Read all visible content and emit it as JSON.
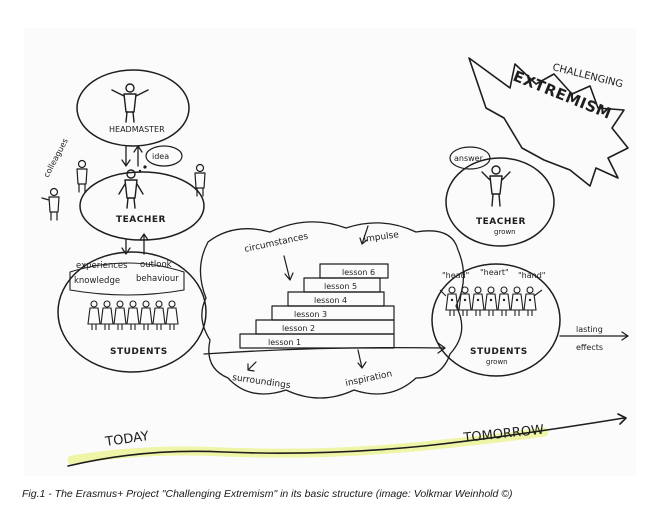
{
  "logo": {
    "line1": "CHALLENGING",
    "line2": "EXTREMISM"
  },
  "left": {
    "headmaster": "HEADMASTER",
    "idea": "idea",
    "colleagues": "colleagues",
    "teacher": "TEACHER",
    "experiences": "experiences",
    "knowledge": "knowledge",
    "outlook": "outlook",
    "behaviour": "behaviour",
    "students": "STUDENTS"
  },
  "middle": {
    "circumstances": "circumstances",
    "impulse": "impulse",
    "lessons": [
      "lesson 1",
      "lesson 2",
      "lesson 3",
      "lesson 4",
      "lesson 5",
      "lesson 6"
    ],
    "surroundings": "surroundings",
    "inspiration": "inspiration"
  },
  "right": {
    "answer": "answer",
    "teacher": "TEACHER",
    "teacher_grown": "grown",
    "head": "\"head\"",
    "heart": "\"heart\"",
    "hand": "\"hand\"",
    "students": "STUDENTS",
    "students_grown": "grown",
    "lasting": "lasting",
    "effects": "effects"
  },
  "timeline": {
    "today": "TODAY",
    "tomorrow": "TOMORROW",
    "highlight_color": "#eef5a6"
  },
  "caption": "Fig.1 - The Erasmus+ Project \"Challenging Extremism\" in its basic structure (image: Volkmar Weinhold ©)"
}
